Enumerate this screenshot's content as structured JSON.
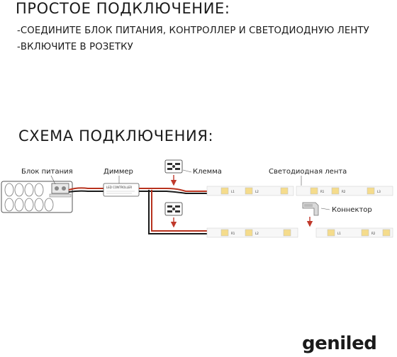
{
  "title": "ПРОСТОЕ ПОДКЛЮЧЕНИЕ:",
  "instructions": [
    "-СОЕДИНИТЕ БЛОК ПИТАНИЯ, КОНТРОЛЛЕР И СВЕТОДИОДНУЮ ЛЕНТУ",
    "-ВКЛЮЧИТЕ В РОЗЕТКУ"
  ],
  "scheme_title": "СХЕМА ПОДКЛЮЧЕНИЯ:",
  "labels": {
    "power_supply": "Блок питания",
    "dimmer": "Диммер",
    "clamp": "Клемма",
    "led_strip": "Светодиодная лента",
    "connector": "Коннектор"
  },
  "dimmer_text": "LED CONTROLLER",
  "led_marks": [
    "L1",
    "R1",
    "R2",
    "L2",
    "L3"
  ],
  "brand": "geniled",
  "colors": {
    "text": "#1a1a1a",
    "wire_red": "#b8321e",
    "wire_black": "#1a1a1a",
    "arrow_red": "#c0392b",
    "led_yellow": "#f5dc8c",
    "strip_white": "#f7f7f7"
  }
}
